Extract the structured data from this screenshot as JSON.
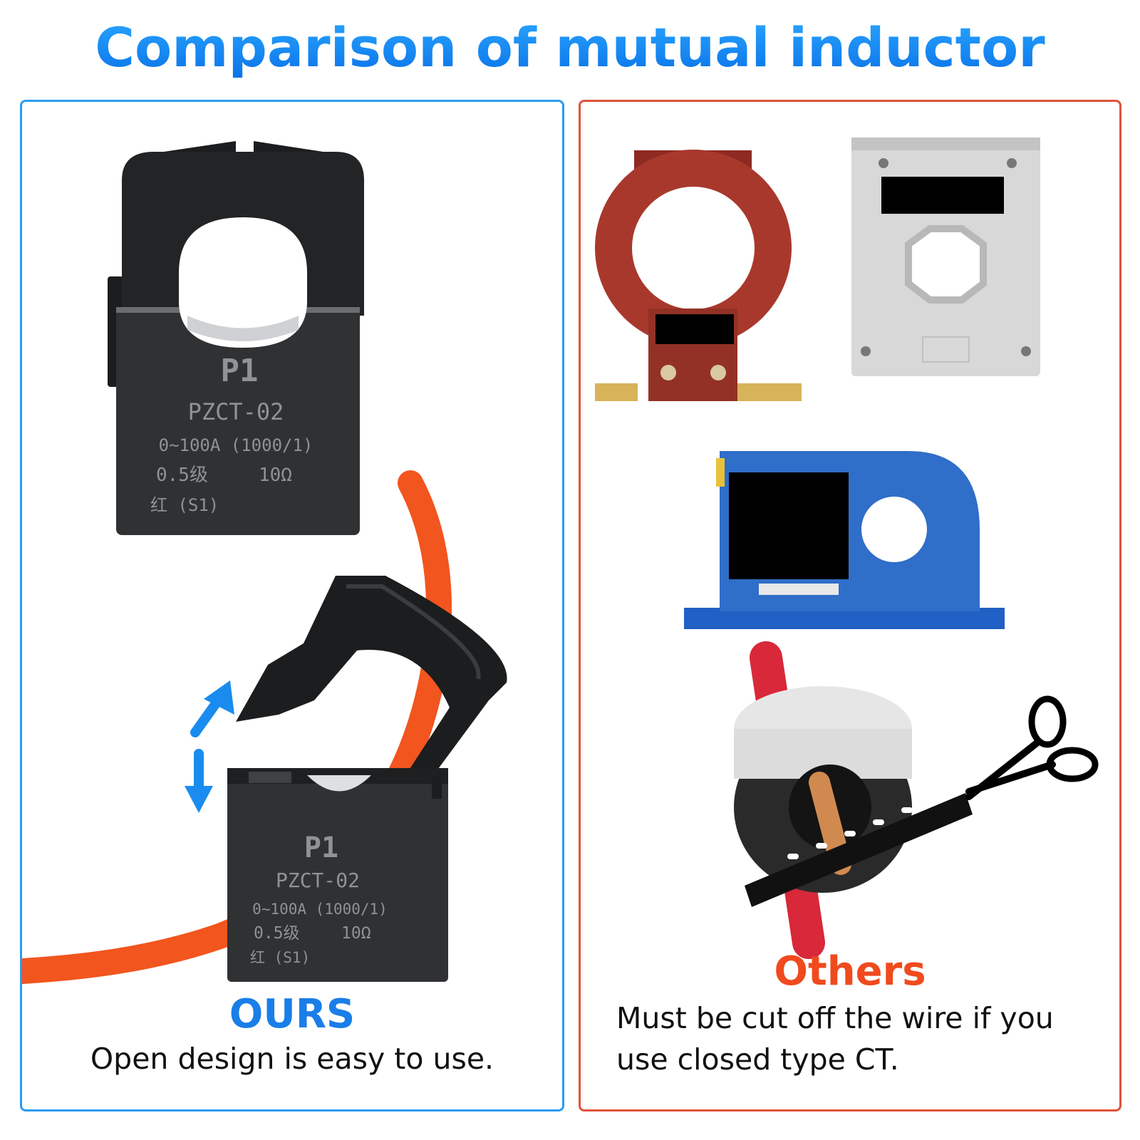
{
  "title": "Comparison of mutual inductor",
  "colors": {
    "title": "#1a8cf0",
    "ours_border": "#2a9cf0",
    "others_border": "#e0533a",
    "ours_heading": "#1a7ee8",
    "others_heading": "#f04a1e",
    "wire": "#f2551e",
    "ct_body": "#2f3133",
    "arrow": "#1a8cf0"
  },
  "ours": {
    "ct_top": {
      "label_main": "P1",
      "model": "PZCT-02",
      "range": "0~100A (1000/1)",
      "class": "0.5级",
      "resistance": "10Ω",
      "lead": "红 (S1)"
    },
    "ct_bottom": {
      "label_main": "P1",
      "model": "PZCT-02",
      "range": "0~100A (1000/1)",
      "class": "0.5级",
      "resistance": "10Ω",
      "lead": "红 (S1)"
    },
    "heading": "OURS",
    "description": "Open design is easy to use."
  },
  "others": {
    "heading": "Others",
    "description_line1": "Must be cut off the wire if you",
    "description_line2": "use closed type CT."
  }
}
